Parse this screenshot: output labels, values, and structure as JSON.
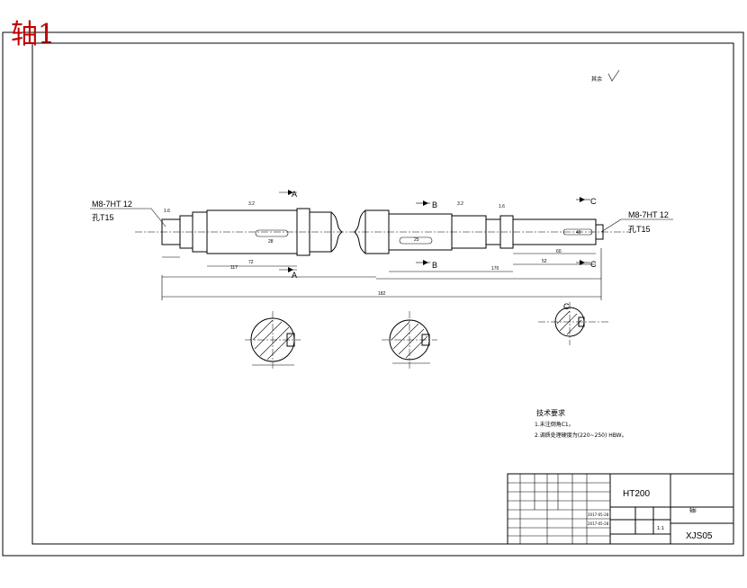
{
  "title": "轴1",
  "surface_note": "其余",
  "left_hole": {
    "thread": "M8-7HT 12",
    "depth": "孔T15"
  },
  "right_hole": {
    "thread": "M8-7HT 12",
    "depth": "孔T15"
  },
  "section_labels": [
    "A",
    "A",
    "B",
    "B",
    "C",
    "C",
    "C"
  ],
  "dimensions": [
    "117",
    "72",
    "28",
    "182",
    "170",
    "52",
    "60",
    "25",
    "40",
    "1.6",
    "3.2",
    "1.6",
    "3.2"
  ],
  "tech_requirements": {
    "heading": "技术要求",
    "items": [
      "1.未注倒角C1。",
      "2.调质处理硬度为(220~250) HBW。"
    ]
  },
  "title_block": {
    "material": "HT200",
    "part_name": "轴I",
    "drawing_no": "XJS05",
    "scale": "1:1",
    "date1": "2017-05-28",
    "date2": "2017-05-28"
  }
}
